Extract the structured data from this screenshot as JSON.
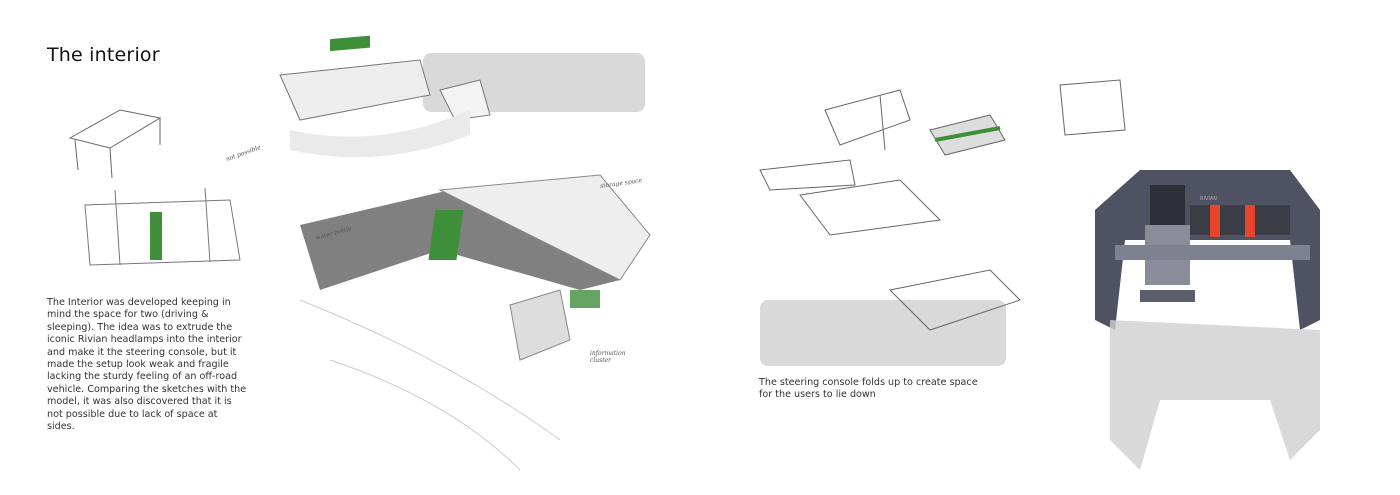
{
  "page": {
    "title": "The interior",
    "description": "The Interior was developed keeping in mind the space for two (driving & sleeping). The idea was to extrude the iconic Rivian headlamps into the interior and make it the steering console, but it made the setup look weak and fragile lacking the sturdy feeling of an off-road vehicle. Comparing the sketches with the model, it was also discovered that it is not possible due to lack of space at sides.",
    "caption": "The steering console folds up to create space for the users to lie down"
  },
  "sketch_notes": {
    "not_possible": "not possible",
    "storage_space": "storage space",
    "water_bottle": "water bottle",
    "information_cluster": "information cluster"
  },
  "render": {
    "logo": "RIVIAN"
  },
  "colors": {
    "green": "#3f8f3a",
    "orange": "#e8452c",
    "console": "#4e5263",
    "box": "#d9d9d9"
  }
}
